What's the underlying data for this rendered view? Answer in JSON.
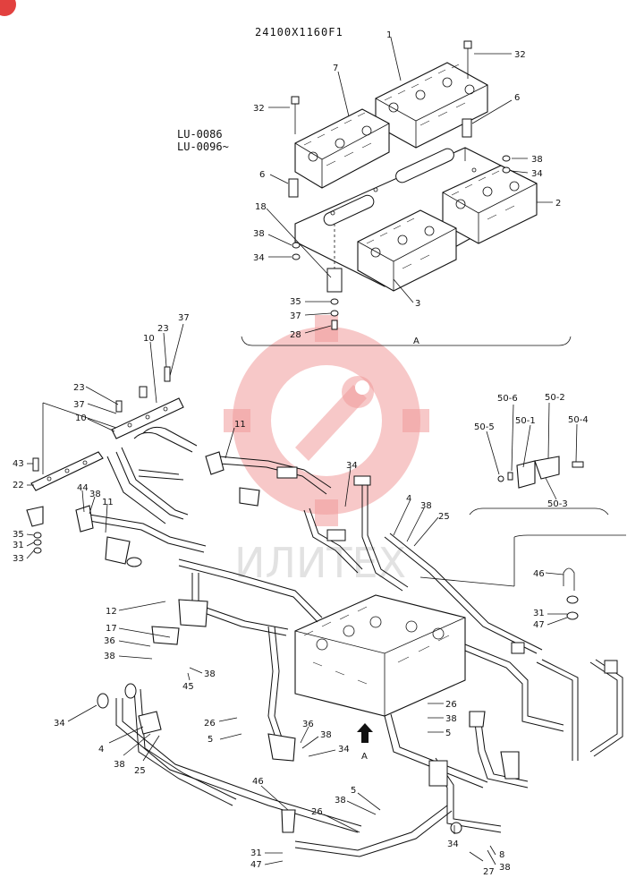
{
  "title": "24100X1160F1",
  "model_codes": [
    "LU-0086",
    "LU-0096~"
  ],
  "section_mark": "A",
  "arrow_label": "A",
  "watermark_text": "ИЛИТЕХ",
  "colors": {
    "ink": "#111111",
    "watermark": "#f19a9a",
    "badge": "#e2413f"
  },
  "callouts": {
    "upper_valve_assembly": [
      "1",
      "32",
      "6",
      "7",
      "32",
      "6",
      "38",
      "34",
      "2",
      "18",
      "38",
      "34",
      "3",
      "35",
      "37",
      "28"
    ],
    "left_bracket_group": [
      "10",
      "23",
      "37",
      "23",
      "37",
      "10",
      "43",
      "22",
      "44",
      "38",
      "11",
      "35",
      "31",
      "33",
      "11"
    ],
    "detail_box_50": [
      "50-6",
      "50-2",
      "50-5",
      "50-1",
      "50-4",
      "50-3"
    ],
    "center_piping": [
      "34",
      "4",
      "38",
      "25"
    ],
    "detail_box_46": [
      "46",
      "31",
      "47"
    ],
    "lower_left_group": [
      "12",
      "17",
      "36",
      "38",
      "38",
      "45",
      "34",
      "4",
      "38",
      "25",
      "26",
      "5",
      "36",
      "38",
      "34"
    ],
    "lower_right_group": [
      "26",
      "38",
      "5",
      "38",
      "5",
      "46",
      "26",
      "31",
      "47",
      "34",
      "27",
      "8",
      "38"
    ]
  }
}
